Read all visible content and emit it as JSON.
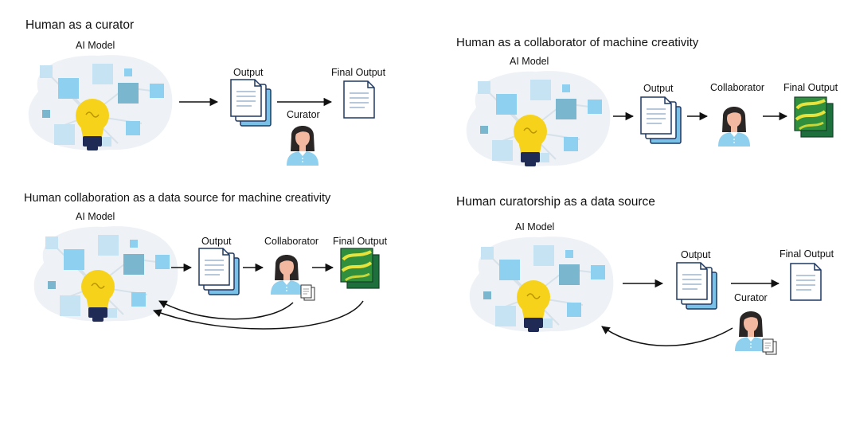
{
  "panels": [
    {
      "title": "Human as a curator",
      "ai_model_label": "AI Model",
      "labels": {
        "output": "Output",
        "final_output": "Final Output",
        "curator": "Curator"
      }
    },
    {
      "title": "Human as a collaborator of machine creativity",
      "ai_model_label": "AI Model",
      "labels": {
        "output": "Output",
        "collaborator": "Collaborator",
        "final_output": "Final Output"
      }
    },
    {
      "title": "Human collaboration as a data source for machine creativity",
      "ai_model_label": "AI Model",
      "labels": {
        "output": "Output",
        "collaborator": "Collaborator",
        "final_output": "Final Output"
      }
    },
    {
      "title": "Human curatorship as a data source",
      "ai_model_label": "AI Model",
      "labels": {
        "output": "Output",
        "final_output": "Final Output",
        "curator": "Curator"
      }
    }
  ],
  "icons": {
    "ai_model": "lightbulb-network-icon",
    "output": "document-stack-icon",
    "final_output_doc": "document-icon",
    "final_output_art": "green-artwork-icon",
    "person": "person-icon",
    "feedback_doc": "small-document-icon",
    "arrow": "arrow-icon"
  },
  "colors": {
    "blob": "#eef2f6",
    "tile_light": "#c6e3f4",
    "tile_mid": "#8ed0ef",
    "tile_dark": "#7bb6cf",
    "bulb": "#f7d21a",
    "bulb_base": "#1f2a55",
    "doc_stroke": "#1f3864",
    "doc_shadow": "#7ac1e8",
    "skin": "#f3b9a0",
    "hair": "#2a2626",
    "shirt": "#8fd0ef",
    "art_green": "#2f8f3c",
    "art_yellow": "#e8e23c"
  }
}
